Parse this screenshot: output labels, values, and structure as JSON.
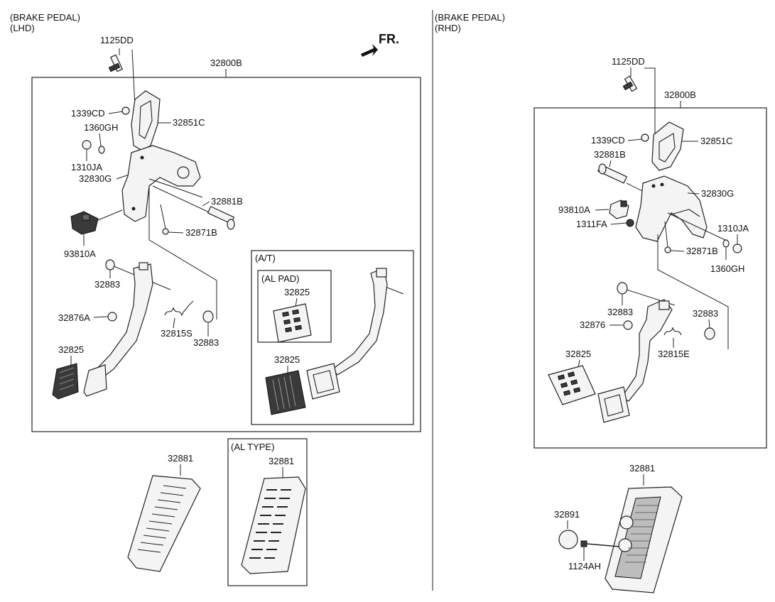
{
  "lhd": {
    "title_line1": "(BRAKE PEDAL)",
    "title_line2": "(LHD)",
    "fr": "FR.",
    "labels": {
      "p1125DD": "1125DD",
      "p32800B": "32800B",
      "p1339CD": "1339CD",
      "p32851C": "32851C",
      "p1360GH": "1360GH",
      "p1310JA": "1310JA",
      "p32830G": "32830G",
      "p32881B": "32881B",
      "p32871B": "32871B",
      "p93810A": "93810A",
      "p32883a": "32883",
      "p32876A": "32876A",
      "p32815S": "32815S",
      "p32883b": "32883",
      "p32825": "32825",
      "at_title": "(A/T)",
      "alpad_title": "(AL PAD)",
      "at_32825a": "32825",
      "at_32825b": "32825",
      "acc_32881": "32881",
      "altype_title": "(AL TYPE)",
      "altype_32881": "32881"
    }
  },
  "rhd": {
    "title_line1": "(BRAKE PEDAL)",
    "title_line2": "(RHD)",
    "labels": {
      "p1125DD": "1125DD",
      "p32800B": "32800B",
      "p1339CD": "1339CD",
      "p32851C": "32851C",
      "p32881B": "32881B",
      "p32830G": "32830G",
      "p93810A": "93810A",
      "p1311FA": "1311FA",
      "p1310JA": "1310JA",
      "p32871B": "32871B",
      "p1360GH": "1360GH",
      "p32883a": "32883",
      "p32883b": "32883",
      "p32876": "32876",
      "p32815E": "32815E",
      "p32825": "32825",
      "acc_32881": "32881",
      "p32891": "32891",
      "p1124AH": "1124AH"
    }
  }
}
